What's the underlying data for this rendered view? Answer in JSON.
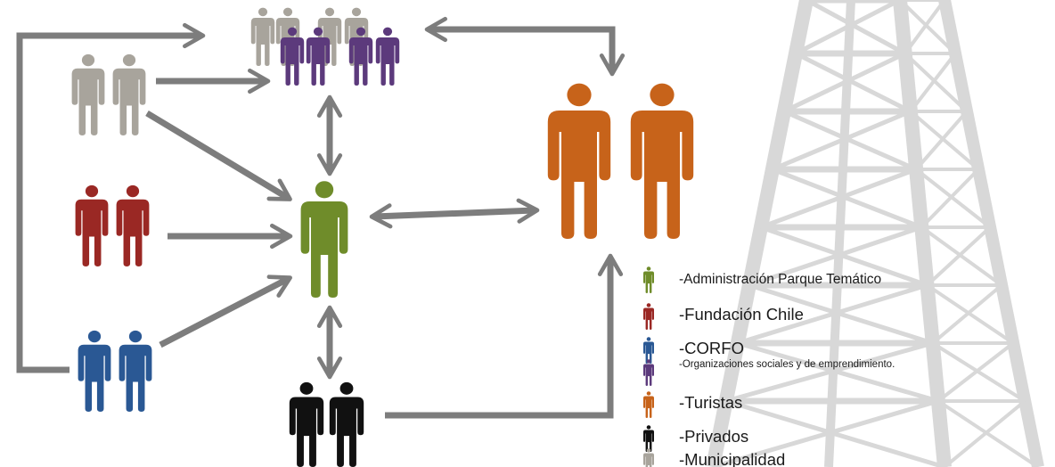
{
  "colors": {
    "municipalidad": "#a8a49c",
    "organizaciones": "#5c3a7c",
    "fundacion": "#9a2824",
    "corfo": "#2a5894",
    "administracion": "#6f8c2a",
    "privados": "#111111",
    "turistas": "#c7631a",
    "arrow": "#7d7d7d",
    "tower": "#d4d4d4"
  },
  "icons": {
    "person": "person-icon",
    "tower": "tower-background"
  },
  "legend": [
    {
      "key": "administracion",
      "label": "-Administración Parque Temático"
    },
    {
      "key": "fundacion",
      "label": "-Fundación Chile"
    },
    {
      "key": "corfo",
      "label": "-CORFO"
    },
    {
      "key": "organizaciones",
      "label": "-Organizaciones sociales y      de emprendimiento."
    },
    {
      "key": "turistas",
      "label": "-Turistas"
    },
    {
      "key": "privados",
      "label": "-Privados"
    },
    {
      "key": "municipalidad",
      "label": "-Municipalidad"
    }
  ]
}
